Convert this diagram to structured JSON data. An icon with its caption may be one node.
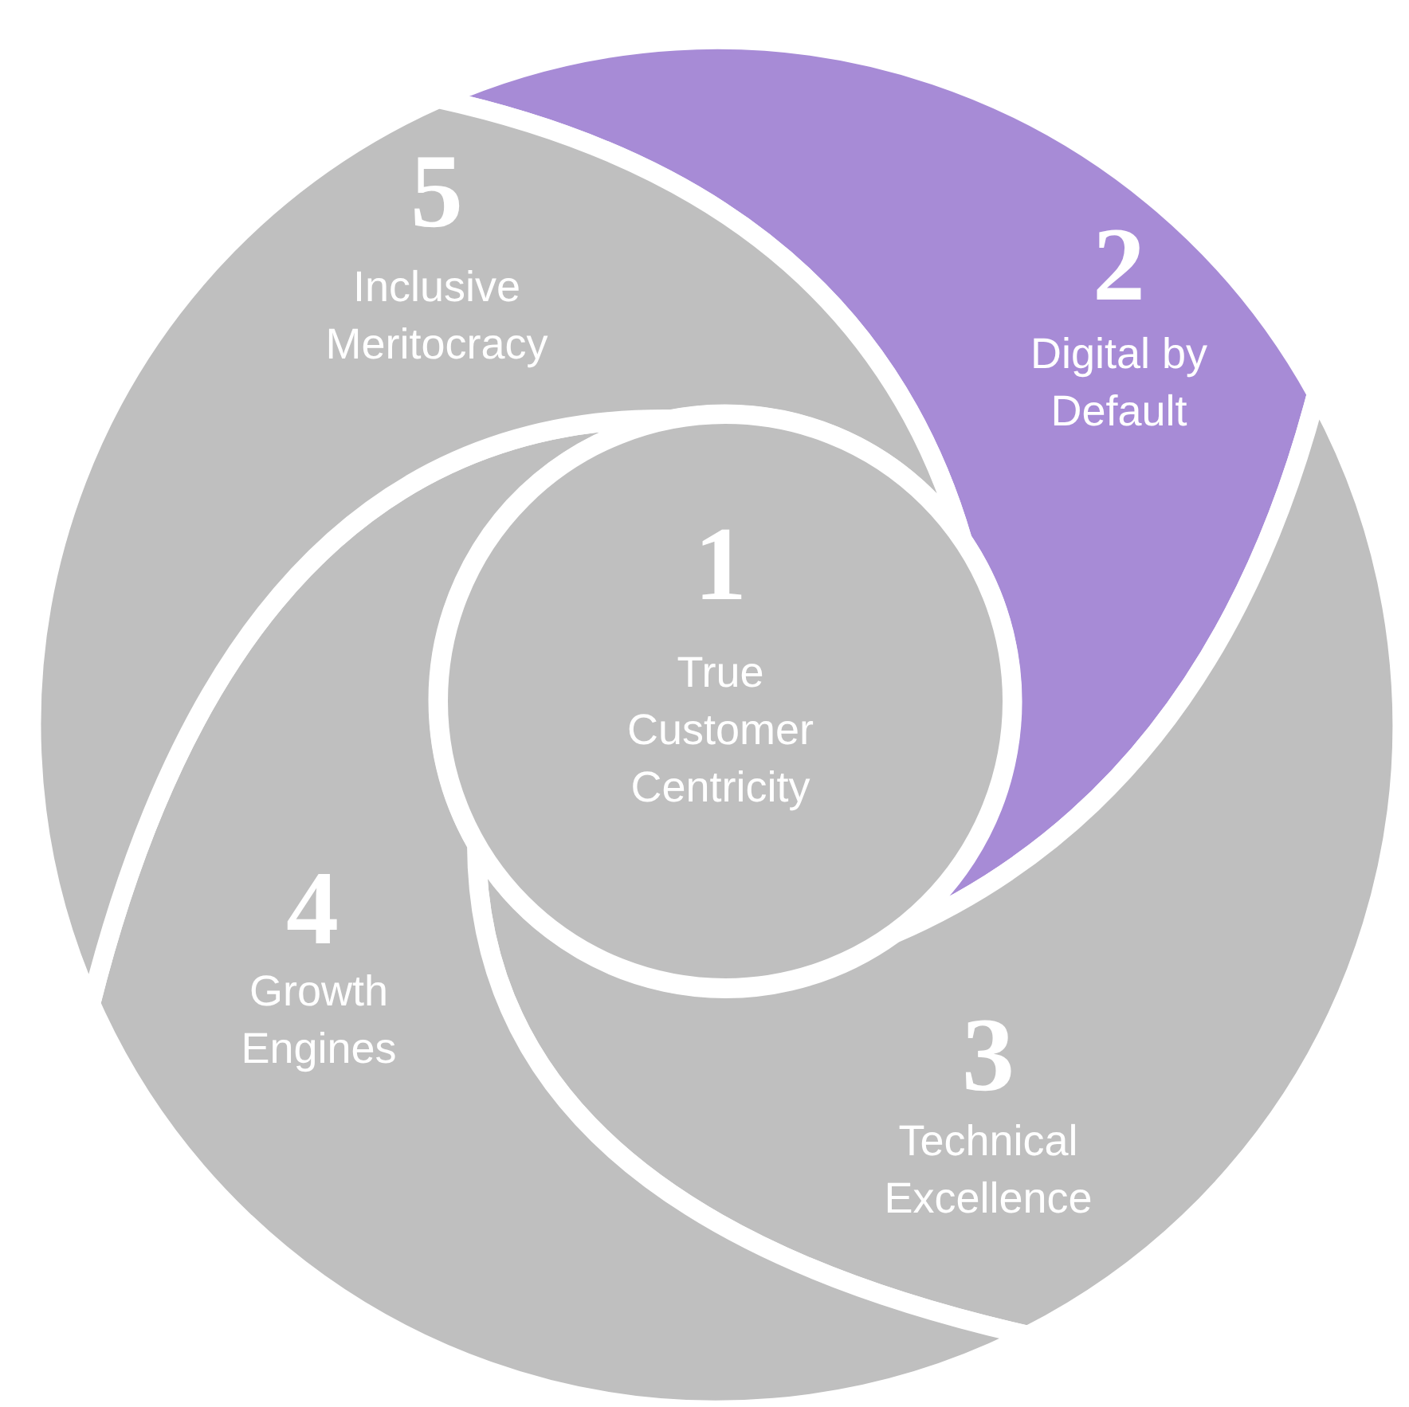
{
  "diagram": {
    "nodes": [
      {
        "text": [
          "1",
          "True Customer Centricity"
        ]
      },
      {
        "text": [
          "2",
          "Digital by Default"
        ]
      },
      {
        "text": [
          "3",
          "Technical Excellence"
        ]
      },
      {
        "text": [
          "4",
          "Growth Engines"
        ]
      },
      {
        "text": [
          "5",
          "Inclusive Meritocracy"
        ]
      }
    ]
  }
}
